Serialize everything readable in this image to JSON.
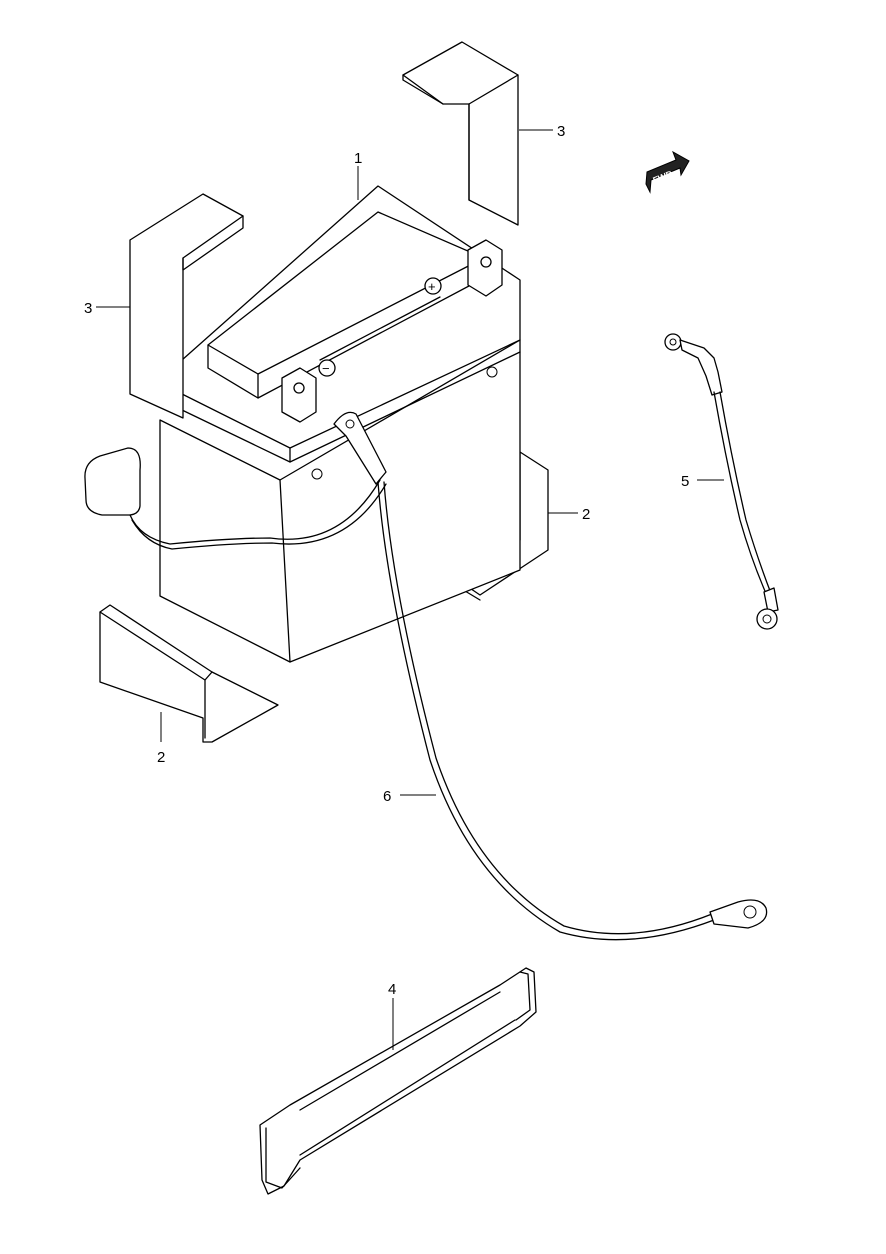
{
  "diagram": {
    "callouts": {
      "battery": "1",
      "bracket_right": "2",
      "bracket_lower_left": "2",
      "cover_top_right": "3",
      "cover_left": "3",
      "strap": "4",
      "cable_short": "5",
      "cable_long": "6"
    },
    "fwd_badge": "FWD",
    "terminal_marks": {
      "positive": "+",
      "negative": "−"
    }
  }
}
